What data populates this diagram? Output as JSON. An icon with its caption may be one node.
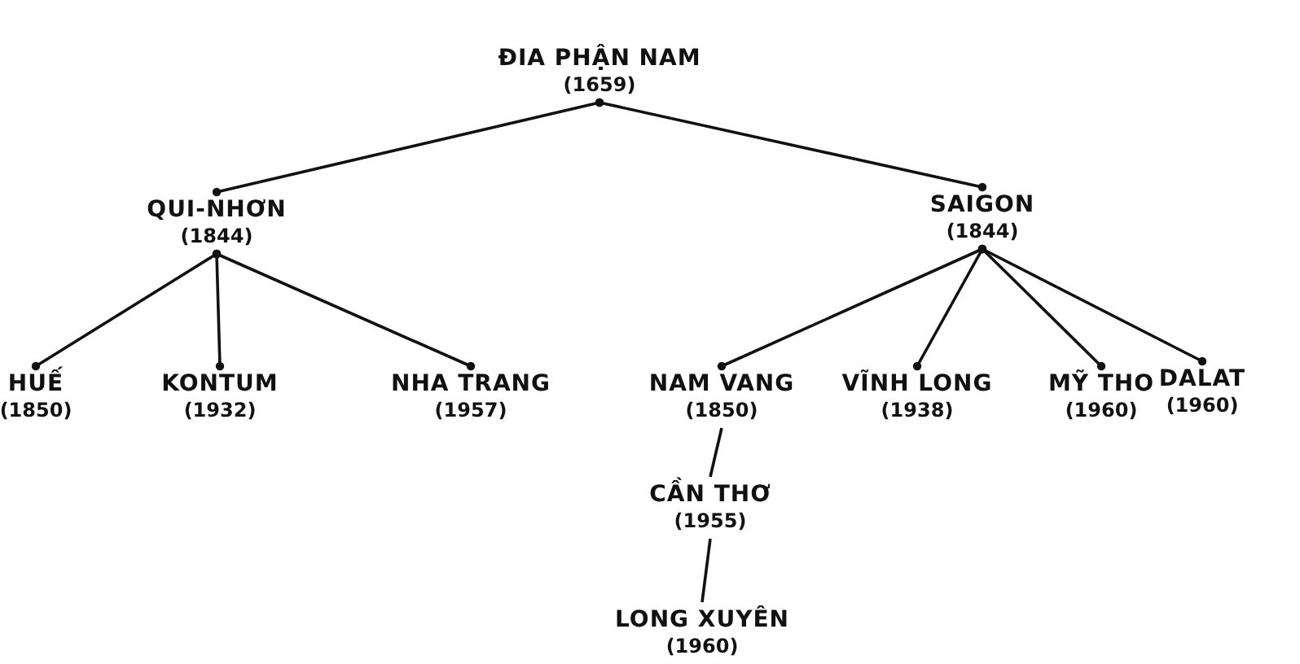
{
  "diagram": {
    "nodes": [
      {
        "text": [
          "ĐIA PHẬN NAM",
          "(1659)"
        ]
      },
      {
        "text": [
          "QUI-NHƠN",
          "(1844)"
        ]
      },
      {
        "text": [
          "SAIGON",
          "(1844)"
        ]
      },
      {
        "text": [
          "HUẾ",
          "(1850)"
        ]
      },
      {
        "text": [
          "KONTUM",
          "(1932)"
        ]
      },
      {
        "text": [
          "NHA TRANG",
          "(1957)"
        ]
      },
      {
        "text": [
          "NAM VANG",
          "(1850)"
        ]
      },
      {
        "text": [
          "VĨNH LONG",
          "(1938)"
        ]
      },
      {
        "text": [
          "MỸ THO",
          "(1960)"
        ]
      },
      {
        "text": [
          "DALAT",
          "(1960)"
        ]
      },
      {
        "text": [
          "CẦN THƠ",
          "(1955)"
        ]
      },
      {
        "text": [
          "LONG XUYÊN",
          "(1960)"
        ]
      }
    ],
    "edges": [
      {
        "from": 0,
        "to": 1,
        "arrow": "other"
      },
      {
        "from": 0,
        "to": 2,
        "arrow": "other"
      },
      {
        "from": 1,
        "to": 3,
        "arrow": "other"
      },
      {
        "from": 1,
        "to": 4,
        "arrow": "other"
      },
      {
        "from": 1,
        "to": 5,
        "arrow": "other"
      },
      {
        "from": 2,
        "to": 6,
        "arrow": "other"
      },
      {
        "from": 2,
        "to": 7,
        "arrow": "other"
      },
      {
        "from": 2,
        "to": 8,
        "arrow": "other"
      },
      {
        "from": 2,
        "to": 9,
        "arrow": "other"
      },
      {
        "from": 6,
        "to": 10,
        "arrow": "none"
      },
      {
        "from": 10,
        "to": 11,
        "arrow": "none"
      }
    ]
  }
}
